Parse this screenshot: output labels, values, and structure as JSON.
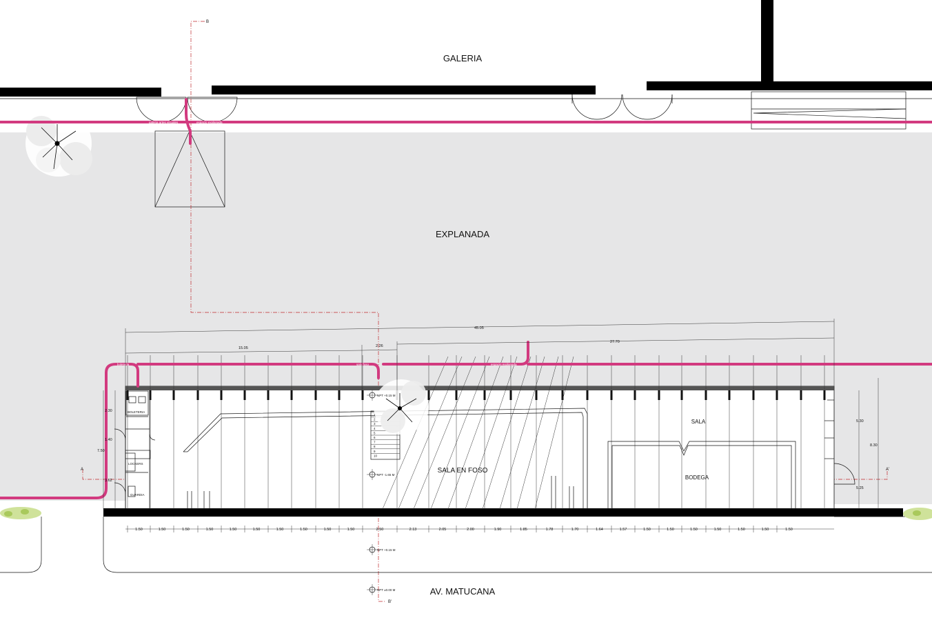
{
  "labels": {
    "galeria": "GALERIA",
    "explanada": "EXPLANADA",
    "sala_en_foso": "SALA EN FOSO",
    "sala": "SALA",
    "bodega": "BODEGA",
    "av_matucana": "AV. MATUCANA",
    "boleteria": "BOLETERIA",
    "lockers": "LOCKERS",
    "guardia": "GUARDIA"
  },
  "section_marks": {
    "b": "B",
    "b_prime": "B'",
    "a": "A",
    "a_prime": "A'"
  },
  "route_labels": {
    "galeria_artes_visuales": "galeria artes visuales",
    "espacio_explanada_top": "espacio explanada",
    "boleteria": "boleteria",
    "sala_foso": "sala foso",
    "espacio_explanada_bottom": "espacio explanada"
  },
  "levels": {
    "top": "NPT +0.15 M",
    "mid": "NPT -1.65 M",
    "street_upper": "NPT +0.15 M",
    "street_lower": "NPT ±0.00 M"
  },
  "dimensions": {
    "total": "45.05",
    "left": "15.05",
    "middle": "2.26",
    "right": "27.70",
    "left_side_1": "2.30",
    "left_side_2": "1.40",
    "left_side_total": "7.50",
    "left_side_3": "3.62",
    "right_side_1": "5.30",
    "right_side_total": "8.30",
    "right_side_2": "5.25",
    "bottom": [
      "1.50",
      "1.50",
      "1.50",
      "1.50",
      "1.50",
      "1.50",
      "1.50",
      "1.50",
      "1.50",
      "1.50",
      "2.50",
      "2.13",
      "2.05",
      "2.00",
      "1.90",
      "1.85",
      "1.78",
      "1.70",
      "1.64",
      "1.57",
      "1.50",
      "1.50",
      "1.50",
      "1.50",
      "1.50",
      "1.50",
      "1.50"
    ]
  },
  "stair_steps": [
    "1",
    "2",
    "3",
    "4",
    "5",
    "6",
    "7",
    "8",
    "9",
    "10"
  ],
  "colors": {
    "route": "#d23a7f",
    "plaza": "#e6e6e7",
    "axis": "#c0282d",
    "walls": "#000000"
  }
}
